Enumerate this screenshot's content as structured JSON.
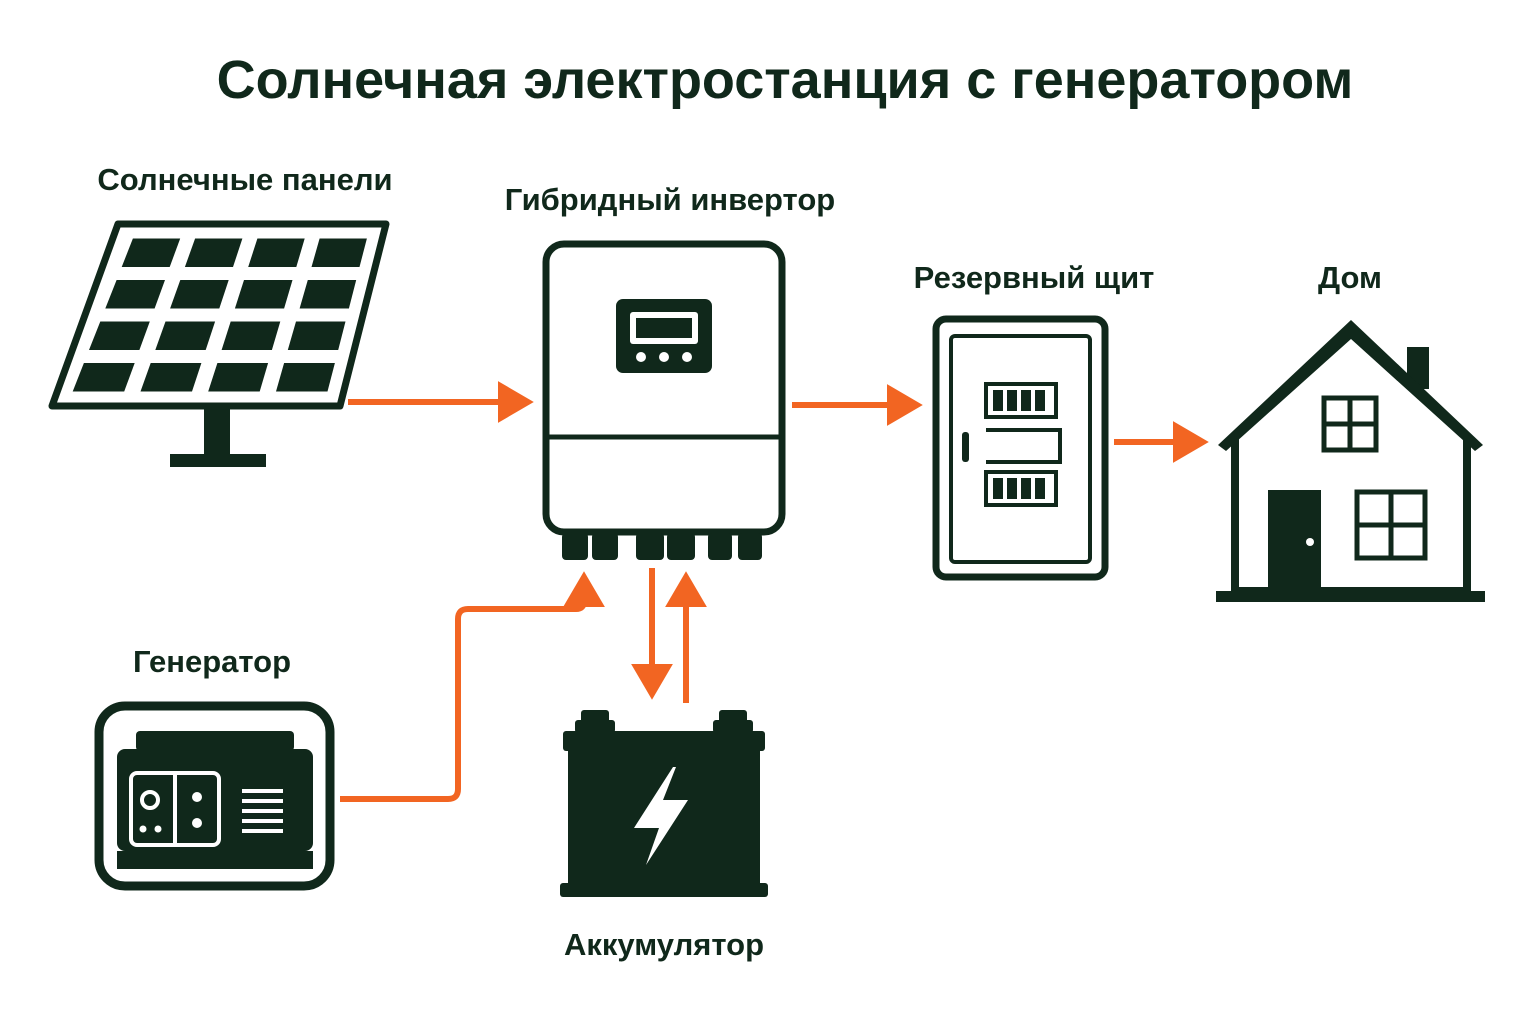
{
  "title": "Солнечная электростанция с генератором",
  "labels": {
    "solar_panels": "Солнечные панели",
    "inverter": "Гибридный инвертор",
    "panel_board": "Резервный щит",
    "house": "Дом",
    "generator": "Генератор",
    "battery": "Аккумулятор"
  },
  "colors": {
    "primary": "#10281b",
    "accent": "#f26522",
    "background": "#ffffff"
  },
  "icons": {
    "solar_panels": "solar-panel-icon",
    "inverter": "hybrid-inverter-icon",
    "panel_board": "electrical-panel-icon",
    "house": "house-icon",
    "generator": "generator-icon",
    "battery": "battery-icon",
    "flow": "arrow-icon"
  }
}
